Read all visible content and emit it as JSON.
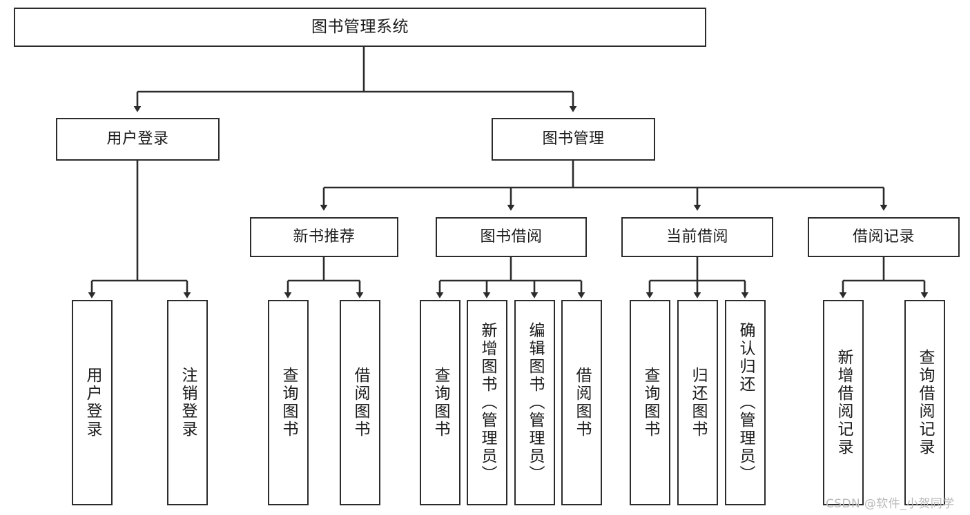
{
  "diagram": {
    "title": "图书管理系统",
    "type": "functional-structure-tree",
    "watermark": "CSDN @软件_小贺同学",
    "colors": {
      "stroke": "#2b2b2b",
      "fill": "#ffffff",
      "text": "#1b1b1b",
      "watermark": "#b9b9b9"
    },
    "levels": {
      "root": {
        "label": "图书管理系统"
      },
      "level2": [
        {
          "id": "user-login",
          "label": "用户登录"
        },
        {
          "id": "book-manage",
          "label": "图书管理"
        }
      ],
      "level3": [
        {
          "id": "new-book-rec",
          "label": "新书推荐",
          "parent": "book-manage"
        },
        {
          "id": "book-borrow",
          "label": "图书借阅",
          "parent": "book-manage"
        },
        {
          "id": "current-borrow",
          "label": "当前借阅",
          "parent": "book-manage"
        },
        {
          "id": "borrow-record",
          "label": "借阅记录",
          "parent": "book-manage"
        }
      ],
      "leaves": [
        {
          "id": "leaf-user-login",
          "label": "用户登录",
          "parent": "user-login"
        },
        {
          "id": "leaf-logout",
          "label": "注销登录",
          "parent": "user-login"
        },
        {
          "id": "leaf-query-book-1",
          "label": "查询图书",
          "parent": "new-book-rec"
        },
        {
          "id": "leaf-borrow-book-1",
          "label": "借阅图书",
          "parent": "new-book-rec"
        },
        {
          "id": "leaf-query-book-2",
          "label": "查询图书",
          "parent": "book-borrow"
        },
        {
          "id": "leaf-add-book",
          "label": "新增图书（管理员）",
          "parent": "book-borrow"
        },
        {
          "id": "leaf-edit-book",
          "label": "编辑图书（管理员）",
          "parent": "book-borrow"
        },
        {
          "id": "leaf-borrow-book-2",
          "label": "借阅图书",
          "parent": "book-borrow"
        },
        {
          "id": "leaf-query-book-3",
          "label": "查询图书",
          "parent": "current-borrow"
        },
        {
          "id": "leaf-return-book",
          "label": "归还图书",
          "parent": "current-borrow"
        },
        {
          "id": "leaf-confirm-return",
          "label": "确认归还（管理员）",
          "parent": "current-borrow"
        },
        {
          "id": "leaf-add-record",
          "label": "新增借阅记录",
          "parent": "borrow-record"
        },
        {
          "id": "leaf-query-record",
          "label": "查询借阅记录",
          "parent": "borrow-record"
        }
      ]
    }
  }
}
